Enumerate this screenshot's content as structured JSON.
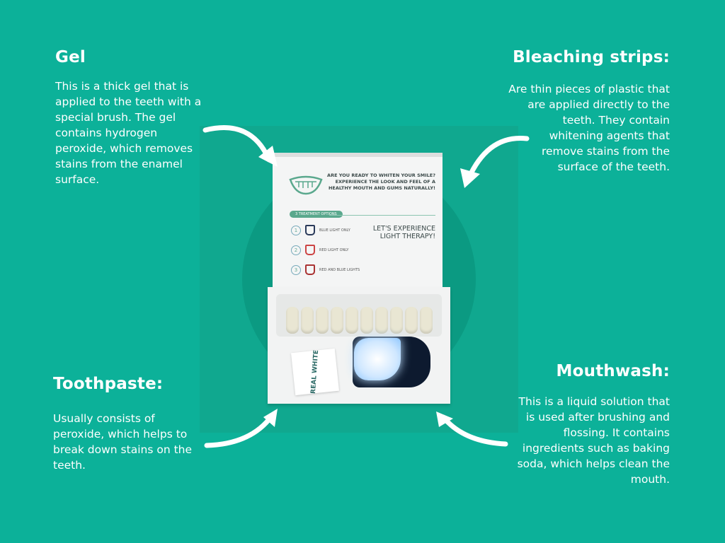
{
  "sections": {
    "gel": {
      "title": "Gel",
      "lines": [
        "This is a thick gel that is",
        "applied to the teeth with a",
        "special brush. The gel",
        "contains hydrogen",
        "peroxide, which removes",
        "stains from the enamel",
        "surface."
      ]
    },
    "strips": {
      "title": "Bleaching strips:",
      "lines": [
        "Are thin pieces of plastic that",
        "are applied directly to the",
        "teeth. They contain",
        "whitening agents that",
        "remove stains from the",
        "surface of the teeth."
      ]
    },
    "toothpaste": {
      "title": "Toothpaste:",
      "lines": [
        "Usually consists of",
        "peroxide, which helps to",
        "break down stains on the",
        "teeth."
      ]
    },
    "mouthwash": {
      "title": "Mouthwash:",
      "lines": [
        "This is a liquid solution that",
        "is used after brushing and",
        "flossing. It contains",
        "ingredients such as baking",
        "soda, which helps clean the",
        "mouth."
      ]
    }
  },
  "product": {
    "question": "ARE YOU READY TO WHITEN YOUR SMILE? EXPERIENCE THE LOOK AND FEEL OF A HEALTHY MOUTH AND GUMS NATURALLY!",
    "options_label": "3 TREATMENT OPTIONS",
    "options": [
      {
        "n": "1",
        "label": "BLUE LIGHT ONLY"
      },
      {
        "n": "2",
        "label": "RED LIGHT ONLY"
      },
      {
        "n": "3",
        "label": "RED AND BLUE LIGHTS"
      }
    ],
    "headline": "LET'S EXPERIENCE LIGHT THERAPY!",
    "brand": "REAL WHITE"
  },
  "colors": {
    "background": "#0cb199",
    "photo_bg": "#10a88f",
    "circle": "#0b9a82"
  }
}
